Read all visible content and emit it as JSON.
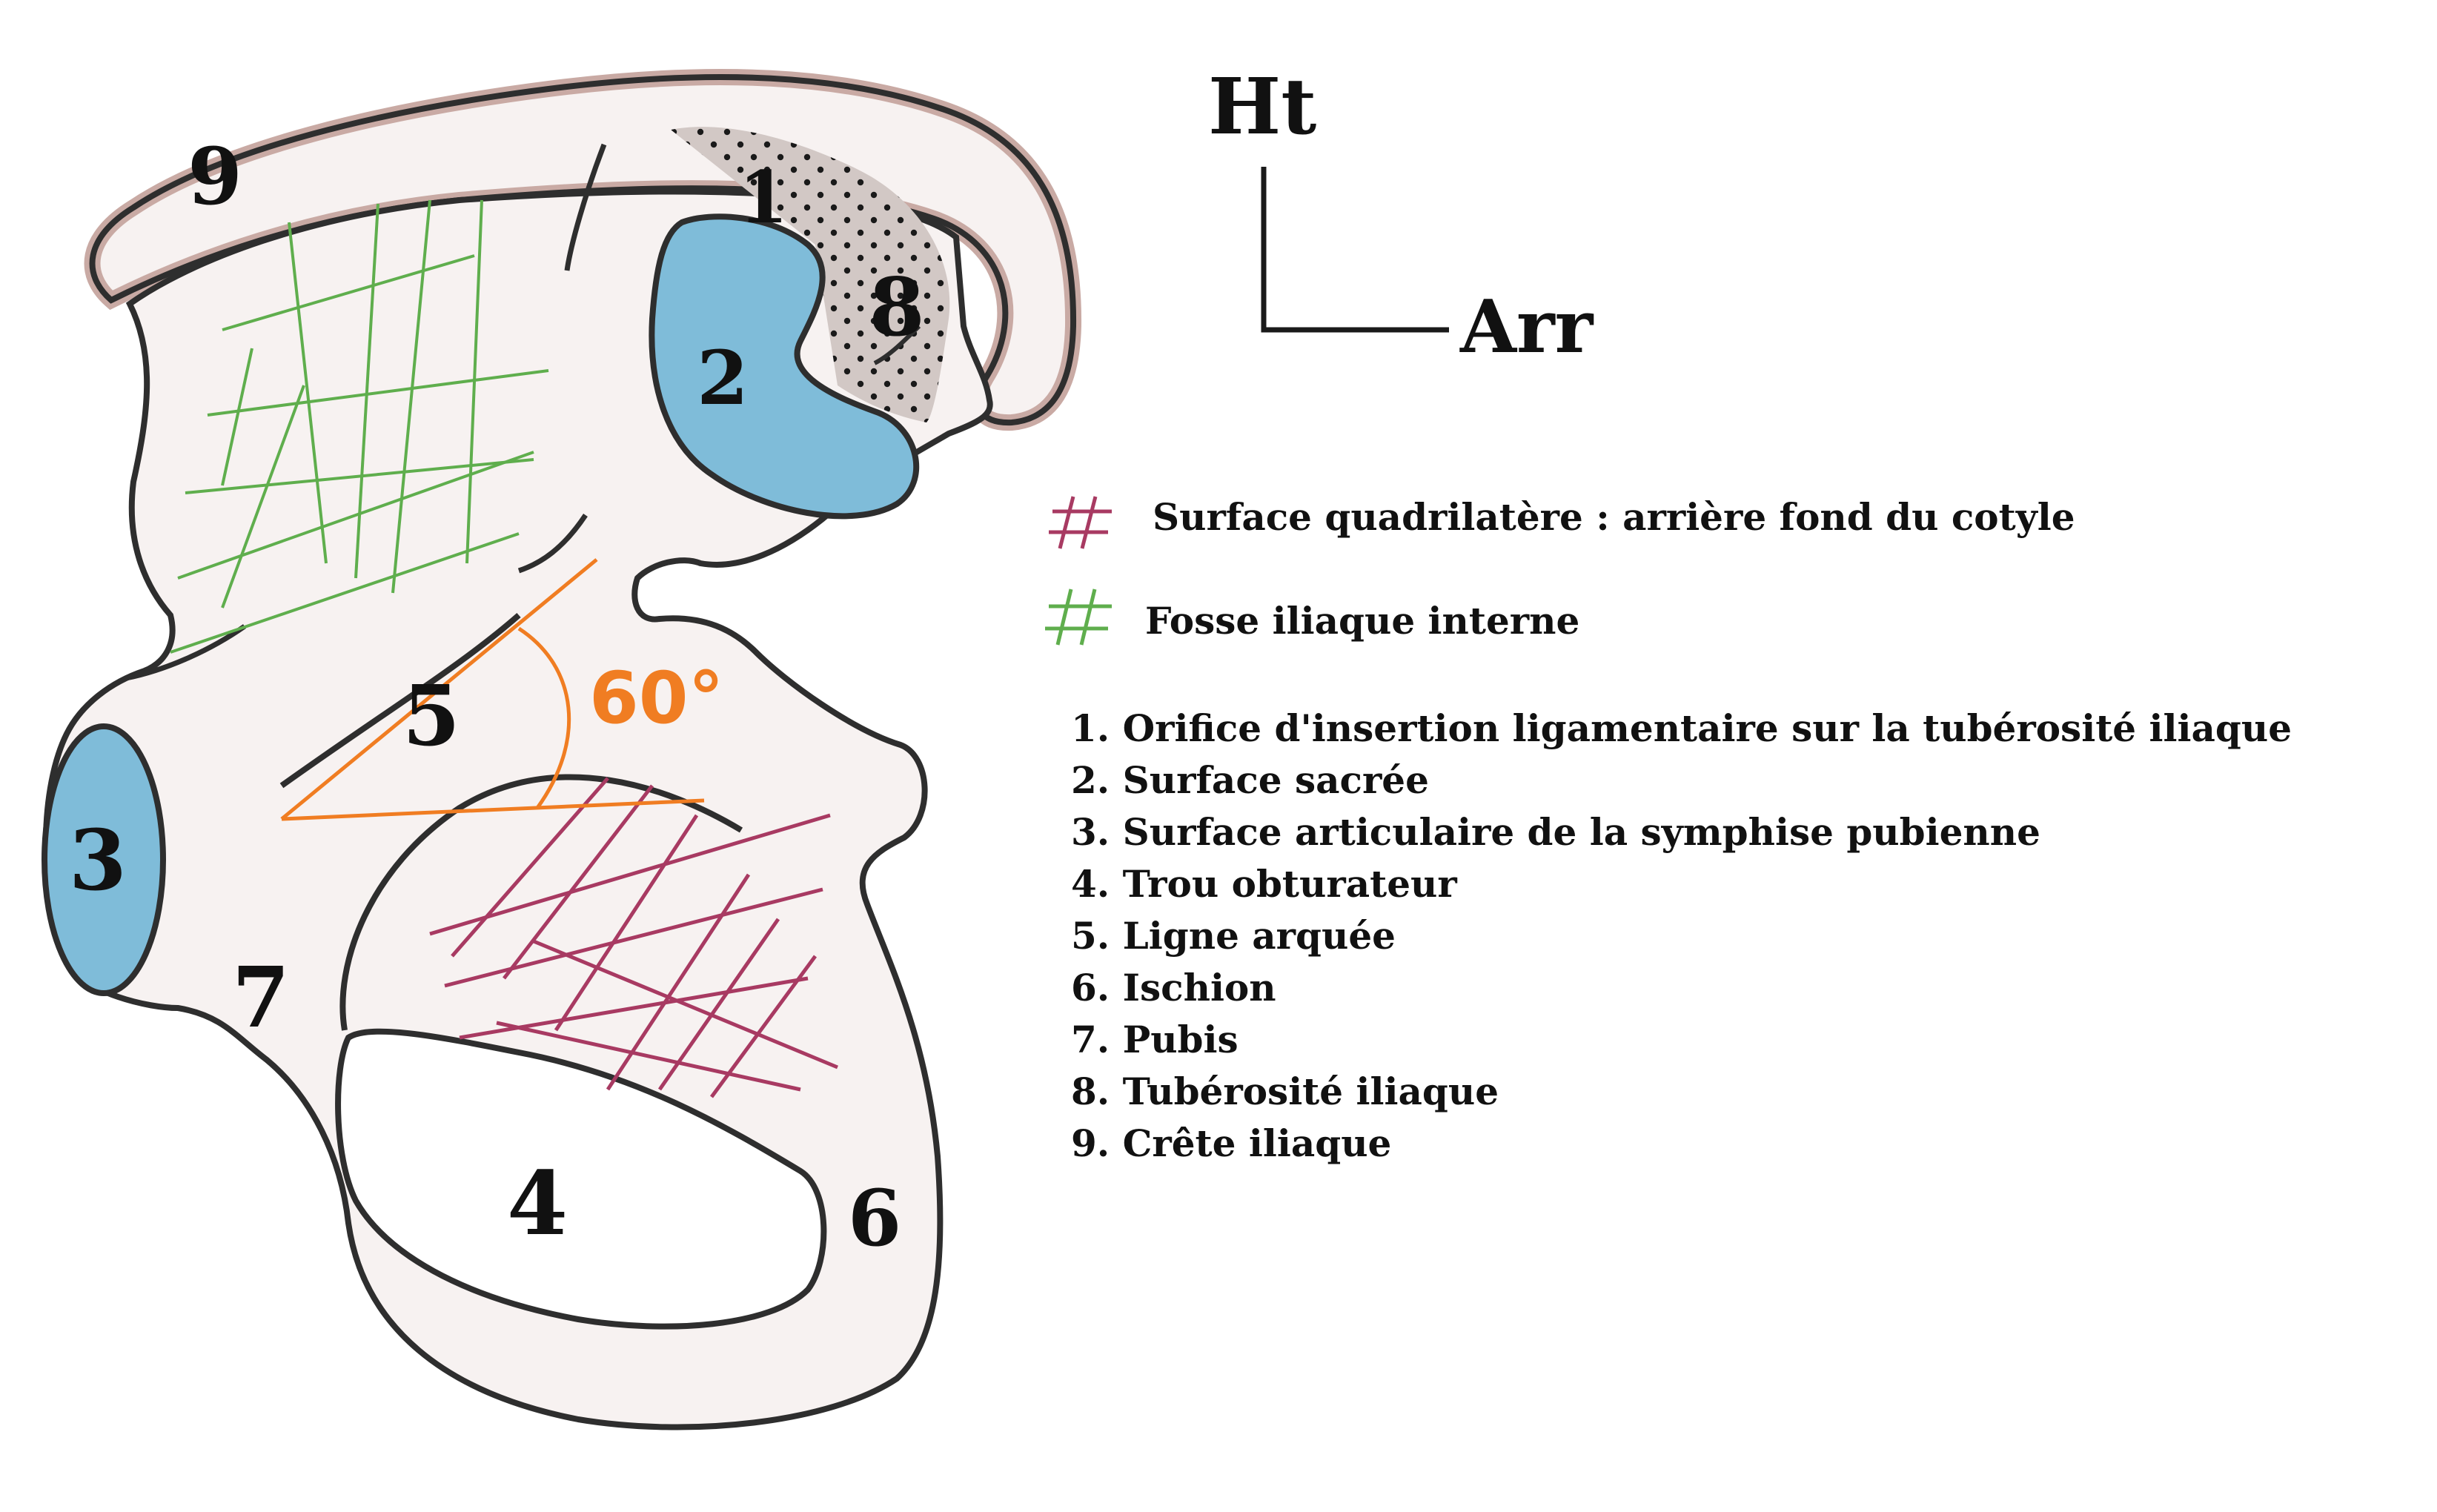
{
  "orientation": {
    "up_label": "Ht",
    "back_label": "Arr"
  },
  "angle_label": "60°",
  "region_numbers": [
    "1",
    "2",
    "3",
    "4",
    "5",
    "6",
    "7",
    "8",
    "9"
  ],
  "legend": {
    "hatch_red_text": "Surface quadrilatère : arrière fond du cotyle",
    "hatch_green_text": "Fosse iliaque interne",
    "items": [
      "1. Orifice d'insertion ligamentaire sur la tubérosité iliaque",
      "2. Surface sacrée",
      "3. Surface articulaire de la symphise pubienne",
      "4. Trou obturateur",
      "5. Ligne arquée",
      "6. Ischion",
      "7. Pubis",
      "8. Tubérosité iliaque",
      "9. Crête iliaque"
    ]
  },
  "colors": {
    "outline": "#2e2e2e",
    "bone_fill": "#f7f2f1",
    "bone_shade": "#c9aaa4",
    "articular_blue": "#7fbcd9",
    "red_hatch": "#a83a62",
    "green_hatch": "#5fae4d",
    "angle_orange": "#f07d22",
    "dots_bg": "#d2c8c5"
  }
}
